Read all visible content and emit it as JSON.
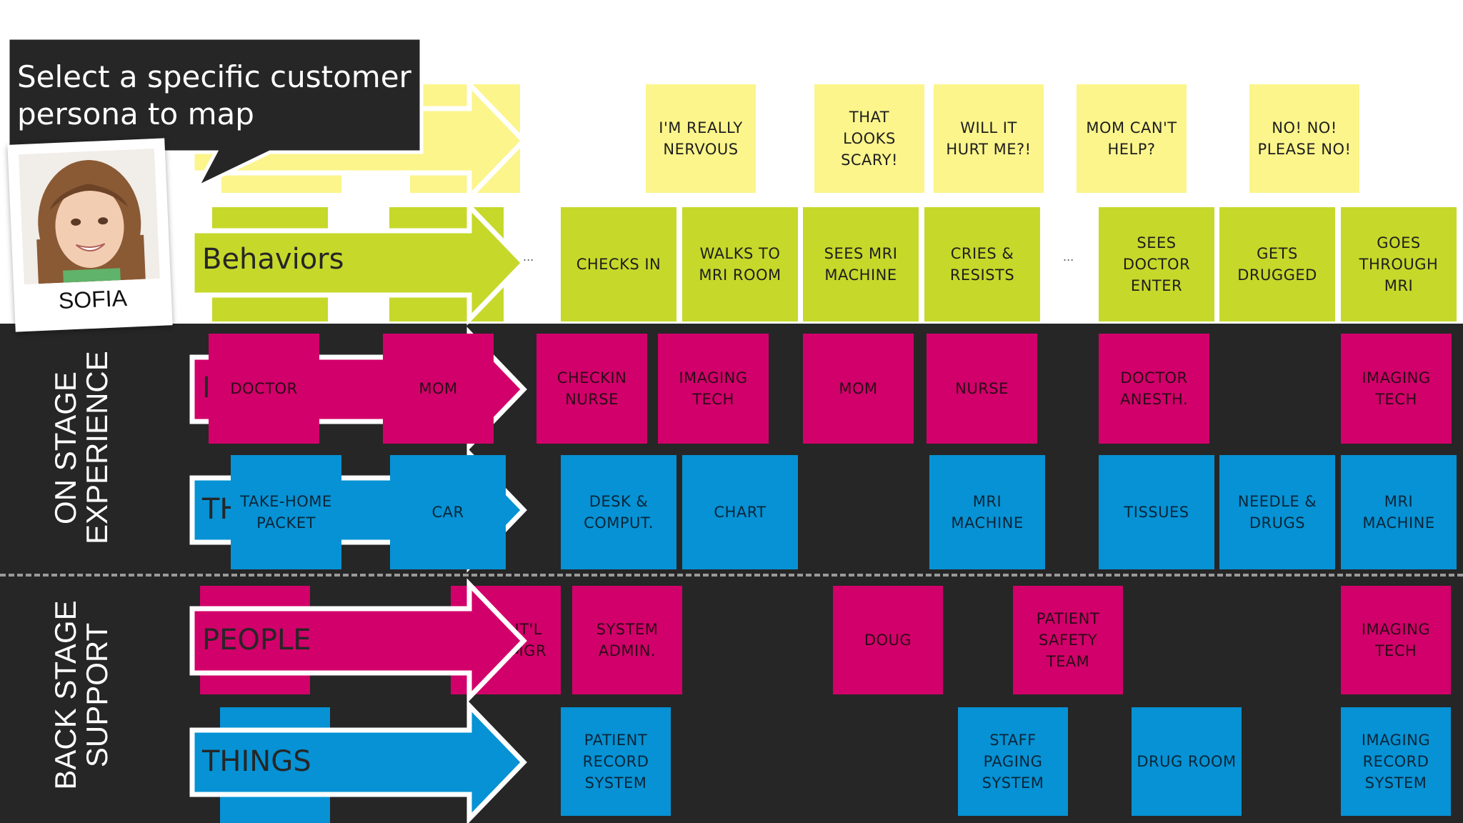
{
  "callout": {
    "text": "Select a specific customer\npersona to map"
  },
  "persona": {
    "name": "SOFIA"
  },
  "side_labels": {
    "on_stage": "ON STAGE\nEXPERIENCE",
    "back_stage": "BACK STAGE\nSUPPORT"
  },
  "row_labels": {
    "behaviors": "Behaviors",
    "people": "PEOPLE",
    "things": "THINGS"
  },
  "partial_labels": {
    "onstage_people": "I",
    "onstage_things": "TH",
    "backstage_people": "IT'L\nMGR"
  },
  "ellipsis": "...",
  "colors": {
    "thoughts": "#fbf58b",
    "behaviors": "#c6d82a",
    "people": "#d2006a",
    "things": "#0692d4",
    "dark_background": "#262626"
  },
  "rows": {
    "thoughts": [
      "I'M REALLY\nNERVOUS",
      "THAT\nLOOKS\nSCARY!",
      "WILL IT\nHURT ME?!",
      "MOM CAN'T\nHELP?",
      "NO! NO!\nPLEASE NO!"
    ],
    "behaviors": [
      "CHECKS IN",
      "WALKS TO\nMRI ROOM",
      "SEES MRI\nMACHINE",
      "CRIES &\nRESISTS",
      "SEES\nDOCTOR\nENTER",
      "GETS\nDRUGGED",
      "GOES\nTHROUGH\nMRI"
    ],
    "onstage_people": [
      "DOCTOR",
      "MOM",
      "CHECKIN\nNURSE",
      "IMAGING\nTECH",
      "MOM",
      "NURSE",
      "DOCTOR\nANESTH.",
      "IMAGING\nTECH"
    ],
    "onstage_things": [
      "TAKE-HOME\nPACKET",
      "CAR",
      "DESK &\nCOMPUT.",
      "CHART",
      "MRI\nMACHINE",
      "TISSUES",
      "NEEDLE  &\nDRUGS",
      "MRI\nMACHINE"
    ],
    "backstage_people": [
      "SYSTEM\nADMIN.",
      "DOUG",
      "PATIENT\nSAFETY\nTEAM",
      "IMAGING\nTECH"
    ],
    "backstage_things": [
      "PATIENT\nRECORD\nSYSTEM",
      "STAFF\nPAGING\nSYSTEM",
      "DRUG ROOM",
      "IMAGING\nRECORD\nSYSTEM"
    ]
  }
}
